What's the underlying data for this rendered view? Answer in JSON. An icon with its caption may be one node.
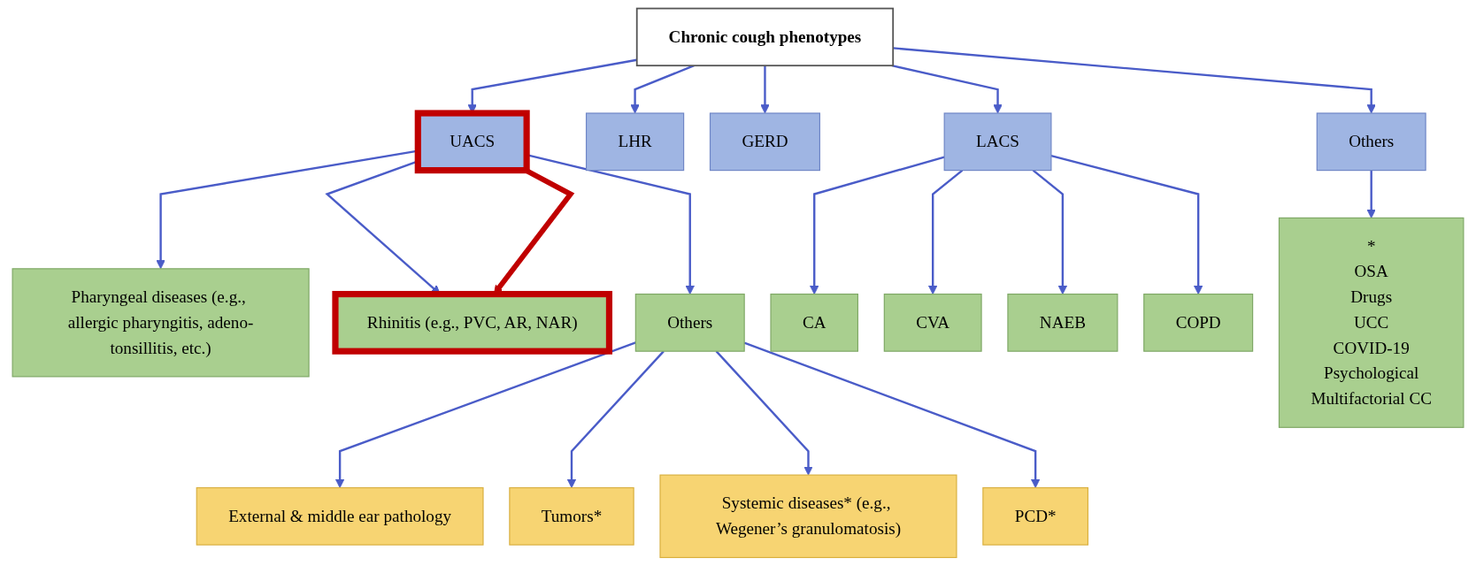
{
  "diagram": {
    "nodes": [
      {
        "text": [
          "Chronic cough phenotypes"
        ]
      },
      {
        "text": [
          "UACS"
        ]
      },
      {
        "text": [
          "LHR"
        ]
      },
      {
        "text": [
          "GERD"
        ]
      },
      {
        "text": [
          "LACS"
        ]
      },
      {
        "text": [
          "Others"
        ]
      },
      {
        "text": [
          "Pharyngeal diseases (e.g., allergic pharyngitis, adeno-tonsillitis, etc.)"
        ]
      },
      {
        "text": [
          "Rhinitis (e.g., PVC, AR, NAR)"
        ]
      },
      {
        "text": [
          "Others"
        ]
      },
      {
        "text": [
          "CA"
        ]
      },
      {
        "text": [
          "CVA"
        ]
      },
      {
        "text": [
          "NAEB"
        ]
      },
      {
        "text": [
          "COPD"
        ]
      },
      {
        "text": [
          "*",
          "OSA",
          "Drugs",
          "UCC",
          "COVID-19",
          "Psychological",
          "Multifactorial CC"
        ]
      },
      {
        "text": [
          "External & middle ear pathology"
        ]
      },
      {
        "text": [
          "Tumors*"
        ]
      },
      {
        "text": [
          "Systemic diseases* (e.g., Wegener’s granulomatosis)"
        ]
      },
      {
        "text": [
          "PCD*"
        ]
      }
    ],
    "edges": [
      {
        "from": 0,
        "to": 1,
        "arrow": "to"
      },
      {
        "from": 0,
        "to": 2,
        "arrow": "to"
      },
      {
        "from": 0,
        "to": 3,
        "arrow": "to"
      },
      {
        "from": 0,
        "to": 4,
        "arrow": "to"
      },
      {
        "from": 0,
        "to": 5,
        "arrow": "to"
      },
      {
        "from": 1,
        "to": 6,
        "arrow": "to"
      },
      {
        "from": 1,
        "to": 7,
        "arrow": "to"
      },
      {
        "from": 1,
        "to": 8,
        "arrow": "to"
      },
      {
        "from": 1,
        "to": 7,
        "arrow": "to",
        "style": "thick",
        "color": "#c00000"
      },
      {
        "from": 4,
        "to": 9,
        "arrow": "to"
      },
      {
        "from": 4,
        "to": 10,
        "arrow": "to"
      },
      {
        "from": 4,
        "to": 11,
        "arrow": "to"
      },
      {
        "from": 4,
        "to": 12,
        "arrow": "to"
      },
      {
        "from": 5,
        "to": 13,
        "arrow": "to"
      },
      {
        "from": 8,
        "to": 14,
        "arrow": "to"
      },
      {
        "from": 8,
        "to": 15,
        "arrow": "to"
      },
      {
        "from": 8,
        "to": 16,
        "arrow": "to"
      },
      {
        "from": 8,
        "to": 17,
        "arrow": "to"
      }
    ]
  }
}
